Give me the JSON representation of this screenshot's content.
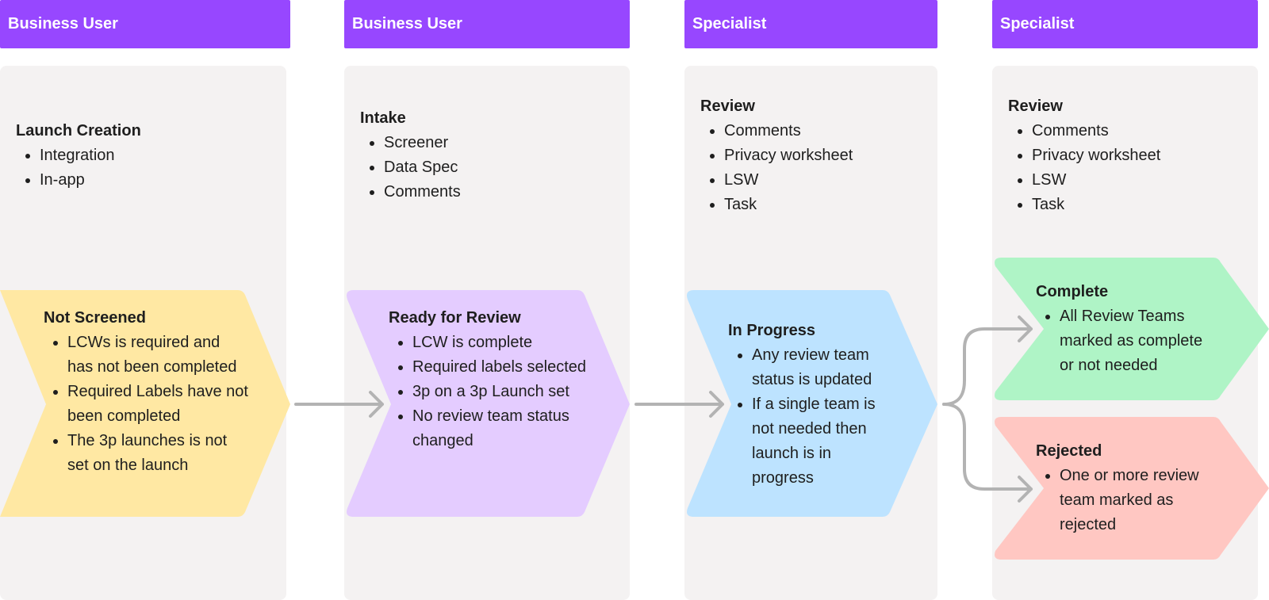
{
  "headers": [
    "Business User",
    "Business User",
    "Specialist",
    "Specialist"
  ],
  "info_blocks": [
    {
      "title": "Launch Creation",
      "items": [
        "Integration",
        "In-app"
      ]
    },
    {
      "title": "Intake",
      "items": [
        "Screener",
        "Data Spec",
        "Comments"
      ]
    },
    {
      "title": "Review",
      "items": [
        "Comments",
        "Privacy worksheet",
        "LSW",
        "Task"
      ]
    },
    {
      "title": "Review",
      "items": [
        "Comments",
        "Privacy worksheet",
        "LSW",
        "Task"
      ]
    }
  ],
  "stages": [
    {
      "title": "Not Screened",
      "items": [
        "LCWs is required and has not been completed",
        "Required Labels have not been completed",
        "The 3p launches is not set on the launch"
      ],
      "color": "#ffe8a3"
    },
    {
      "title": "Ready for Review",
      "items": [
        "LCW is complete",
        "Required labels selected",
        "3p on a 3p Launch set",
        "No review team status changed"
      ],
      "color": "#e4ccff"
    },
    {
      "title": "In Progress",
      "items": [
        "Any review team status is updated",
        "If a single team is not needed then launch is in progress"
      ],
      "color": "#bde3ff"
    },
    {
      "title": "Complete",
      "items": [
        "All Review Teams marked as complete or not needed"
      ],
      "color": "#aff4c6"
    },
    {
      "title": "Rejected",
      "items": [
        "One or more review team marked as rejected"
      ],
      "color": "#ffc7c2"
    }
  ],
  "colors": {
    "header": "#9747ff",
    "column": "#f4f2f2",
    "connector": "#b3b3b3"
  }
}
